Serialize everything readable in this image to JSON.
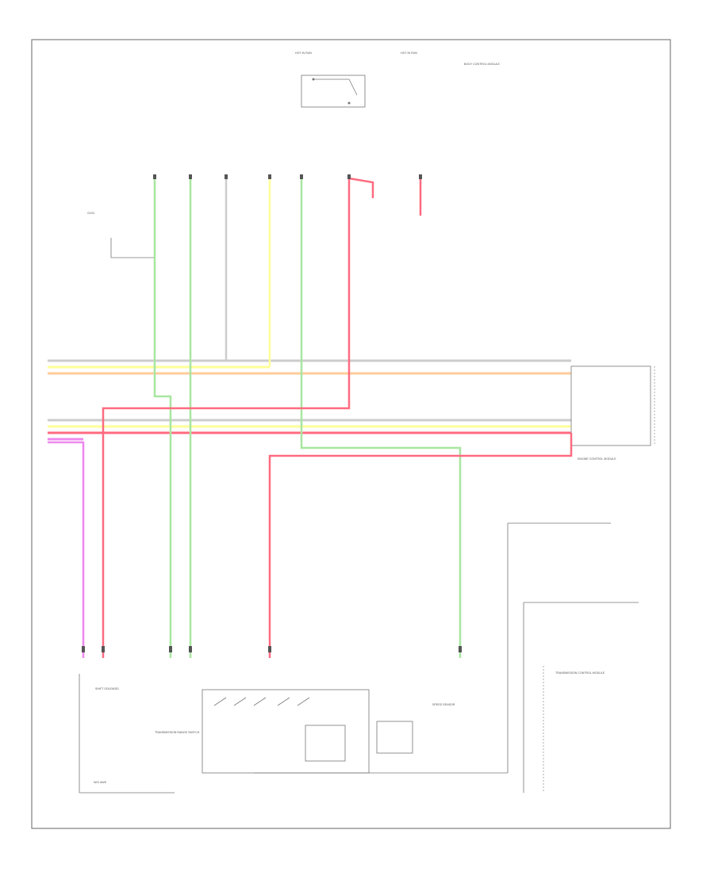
{
  "colors": {
    "pink": "#ff6b80",
    "yellow": "#ffff99",
    "green": "#a8e6a0",
    "orange": "#ffcc99",
    "magenta": "#ee88ee",
    "gray": "#cccccc",
    "frame": "#666666"
  },
  "labels": {
    "hot_in_run_1": "HOT IN RUN",
    "hot_in_run_2": "HOT IN RUN",
    "body_control": "BODY CONTROL MODULE",
    "ecm_label": "ENGINE CONTROL MODULE",
    "tcm_label": "TRANSMISSION CONTROL MODULE",
    "shift_solenoid": "SHIFT SOLENOID",
    "range_switch": "TRANSMISSION RANGE SWITCH",
    "speed_sensor": "SPEED SENSOR",
    "ground": "G103",
    "footer": "W/O AWD"
  }
}
